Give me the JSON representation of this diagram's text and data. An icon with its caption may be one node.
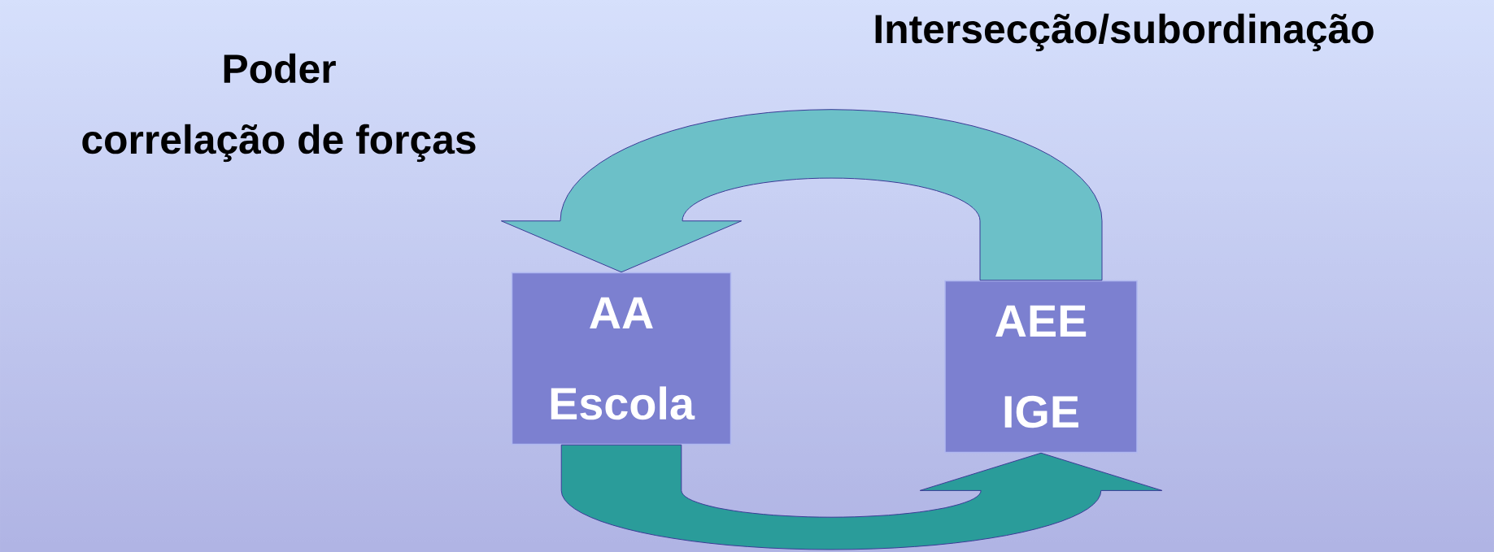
{
  "diagram": {
    "nodes": [
      {
        "text": [
          "AA",
          "Escola"
        ]
      },
      {
        "text": [
          "AEE",
          "IGE"
        ]
      }
    ],
    "edges": [
      {
        "from": 1,
        "to": 0,
        "arrow": "to"
      },
      {
        "from": 0,
        "to": 1,
        "arrow": "to"
      }
    ],
    "labels": [
      "Intersecção/subordinação",
      "Poder",
      "correlação de forças"
    ]
  }
}
